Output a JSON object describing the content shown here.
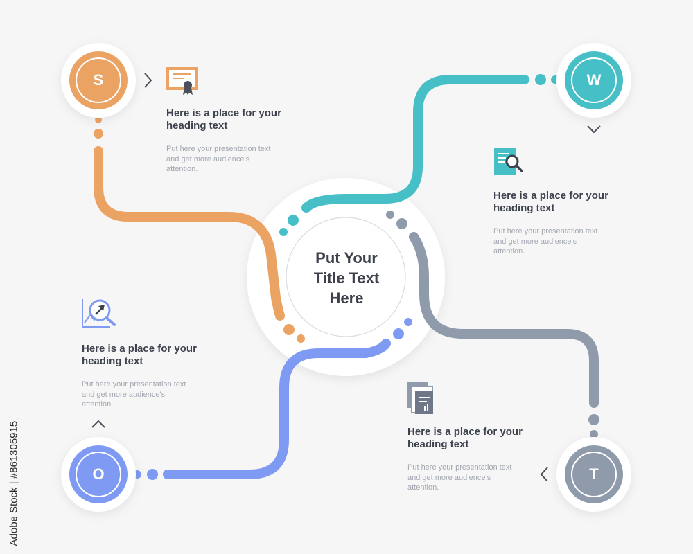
{
  "center": {
    "title": "Put Your\nTitle Text\nHere"
  },
  "colors": {
    "s": "#eba364",
    "w": "#47bfc6",
    "t": "#8f9aab",
    "o": "#7f9af2",
    "heading": "#3d424d",
    "body": "#a2a7b0",
    "background": "#f6f6f7"
  },
  "steps": [
    {
      "letter": "S",
      "icon": "certificate-icon",
      "heading": "Here is a place for your\nheading text",
      "body": "Put here your presentation text\nand get more audience's\nattention."
    },
    {
      "letter": "W",
      "icon": "document-search-icon",
      "heading": "Here is a place for your\nheading text",
      "body": "Put here your presentation text\nand get more audience's\nattention."
    },
    {
      "letter": "T",
      "icon": "report-documents-icon",
      "heading": "Here is a place for your\nheading text",
      "body": "Put here your presentation text\nand get more audience's\nattention."
    },
    {
      "letter": "O",
      "icon": "growth-analysis-icon",
      "heading": "Here is a place for your\nheading text",
      "body": "Put here your presentation text\nand get more audience's\nattention."
    }
  ],
  "watermark": {
    "side_text": "Adobe Stock | #861305915"
  }
}
